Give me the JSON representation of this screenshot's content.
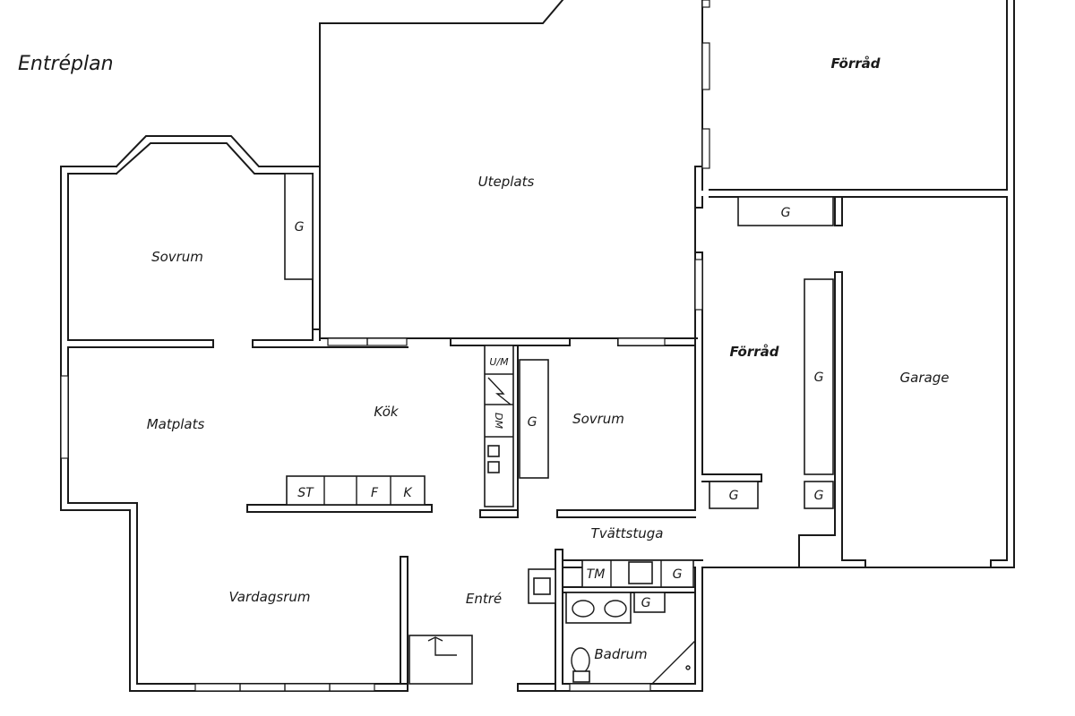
{
  "plan": {
    "title": "Entréplan",
    "rooms": {
      "forrad_top": "Förråd",
      "uteplats": "Uteplats",
      "sovrum_left": "Sovrum",
      "matplats": "Matplats",
      "kok": "Kök",
      "sovrum_mid": "Sovrum",
      "forrad_mid": "Förråd",
      "garage": "Garage",
      "tvattstuga": "Tvättstuga",
      "vardagsrum": "Vardagsrum",
      "entre": "Entré",
      "badrum": "Badrum"
    },
    "fixtures": {
      "g_sovrum_left": "G",
      "g_forrad_top": "G",
      "g_sovrum_mid": "G",
      "g_forrad_mid_tall": "G",
      "g_forrad_mid_low": "G",
      "g_garage_low": "G",
      "g_tvatt": "G",
      "g_bad": "G",
      "um": "U/M",
      "dm": "DM",
      "st": "ST",
      "f": "F",
      "k": "K",
      "tm": "TM"
    }
  }
}
